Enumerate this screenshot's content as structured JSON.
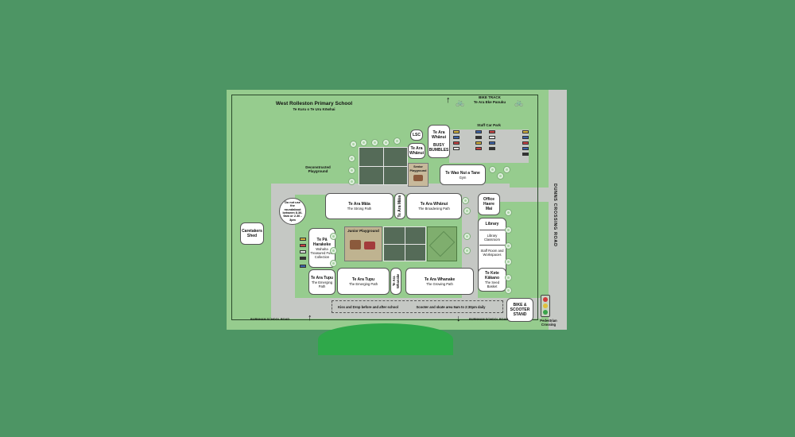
{
  "school": {
    "name": "West Rolleston Primary School",
    "subtitle": "Te Kuru o Te Uru Kōwhai"
  },
  "bike_track": {
    "label": "BIKE TRACK",
    "sub": "Te Ara Eke Panuku"
  },
  "roads": {
    "dunns_crossing": "DUNNS CROSSING ROAD",
    "burnham_left": "BURNHAM SCHOOL ROAD",
    "burnham_right": "BURNHAM SCHOOL ROAD"
  },
  "areas": {
    "staff_car_park": "Staff Car Park",
    "deconstructed_playground": "Deconstructed Playground",
    "senior_playground": "Senior Playground",
    "junior_playground": "Junior Playground",
    "roundabout_notice": "Do not use the roundabout between 8.30-9am or 2.30 - 3pm",
    "kiss_and_drop": "Kiss and Drop before and after school",
    "scooter_area": "Scooter and skate area 9am to 2:30pm daily",
    "pedestrian_crossing": "Pedestrian Crossing"
  },
  "buildings": {
    "lsc": "LSC",
    "te_ara_whanui_small": {
      "l1": "Te Ara",
      "l2": "Whānui"
    },
    "te_ara_whanui_top": {
      "l1": "Te Ara",
      "l2": "Whānui"
    },
    "busy_bumbles": "BUSY BUMBLES",
    "gym": {
      "name": "Te Wao Nui a Tane",
      "sub": "Gym"
    },
    "office": {
      "l1": "Office",
      "l2": "Haere",
      "l3": "Mai"
    },
    "strong_path": {
      "name": "Te Ara Māia",
      "sub": "The Strong Path"
    },
    "te_ara_maia_vertical": "Te Ara Māia",
    "broadening_path": {
      "name": "Te Ara Whānui",
      "sub": "The Broadening Path"
    },
    "caretakers": "Caretakers Shed",
    "treasured_fuss": {
      "name": "Te Pā Harakeke",
      "sub": "Wahaha Treasured Fuss Collection"
    },
    "library": {
      "title": "Library",
      "classroom": "Library Classroom",
      "staff": "Staff Room and Workspaces"
    },
    "emerging_1": {
      "name": "Te Ara Tupu",
      "sub": "The Emerging Path"
    },
    "emerging_2": {
      "name": "Te Ara Tupu",
      "sub": "The Emerging Path"
    },
    "whanake_vertical": "Te Ara Whanake",
    "growing_path": {
      "name": "Te Ara Whanake",
      "sub": "The Growing Path"
    },
    "te_kete": {
      "name": "Te Kete Kākano",
      "sub": "The Seed Basket"
    },
    "bike_scooter": "BIKE & SCOOTER STAND"
  },
  "colors": {
    "background": "#4d9564",
    "grass": "#96cc8e",
    "road": "#c5c8c4",
    "court": "#556b58"
  },
  "icons": [
    "arrow-up-icon",
    "arrow-down-icon",
    "bicycle-icon",
    "traffic-light-icon",
    "tree-icon",
    "car-icon",
    "playground-icon"
  ]
}
